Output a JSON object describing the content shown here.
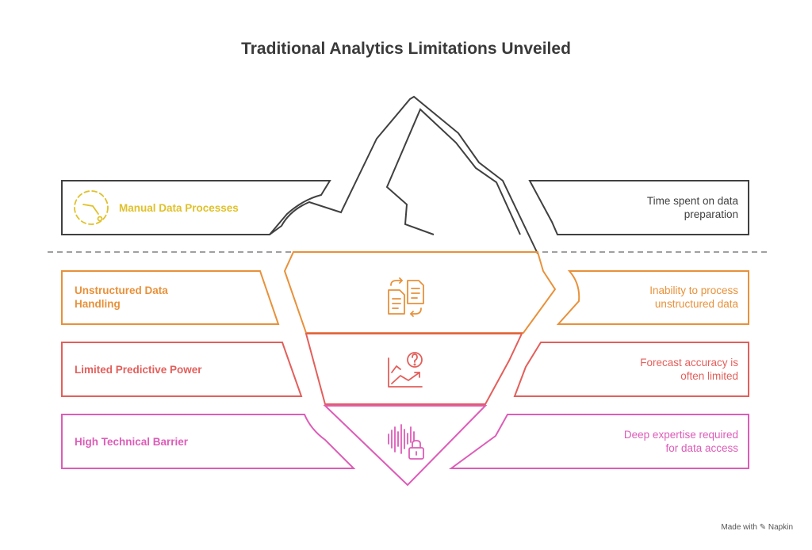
{
  "title": "Traditional Analytics Limitations Unveiled",
  "colors": {
    "dark": "#404040",
    "yellow": "#e0c12a",
    "orange": "#e8913a",
    "red": "#e35f5b",
    "pink": "#dd5cb8",
    "dash": "#a0a0a0"
  },
  "levels": [
    {
      "label": "Manual Data Processes",
      "description": "Time spent on data preparation",
      "description_lines": [
        "Time spent on data",
        "preparation"
      ],
      "icon": "clock-icon",
      "color": "yellow"
    },
    {
      "label": "Unstructured Data Handling",
      "label_lines": [
        "Unstructured Data",
        "Handling"
      ],
      "description": "Inability to process unstructured data",
      "description_lines": [
        "Inability to process",
        "unstructured data"
      ],
      "icon": "documents-exchange-icon",
      "color": "orange"
    },
    {
      "label": "Limited Predictive Power",
      "description": "Forecast accuracy is often limited",
      "description_lines": [
        "Forecast accuracy is",
        "often limited"
      ],
      "icon": "chart-question-icon",
      "color": "red"
    },
    {
      "label": "High Technical Barrier",
      "description": "Deep expertise required for data access",
      "description_lines": [
        "Deep expertise required",
        "for data access"
      ],
      "icon": "waveform-lock-icon",
      "color": "pink"
    }
  ],
  "credit": "Made with ✎ Napkin"
}
